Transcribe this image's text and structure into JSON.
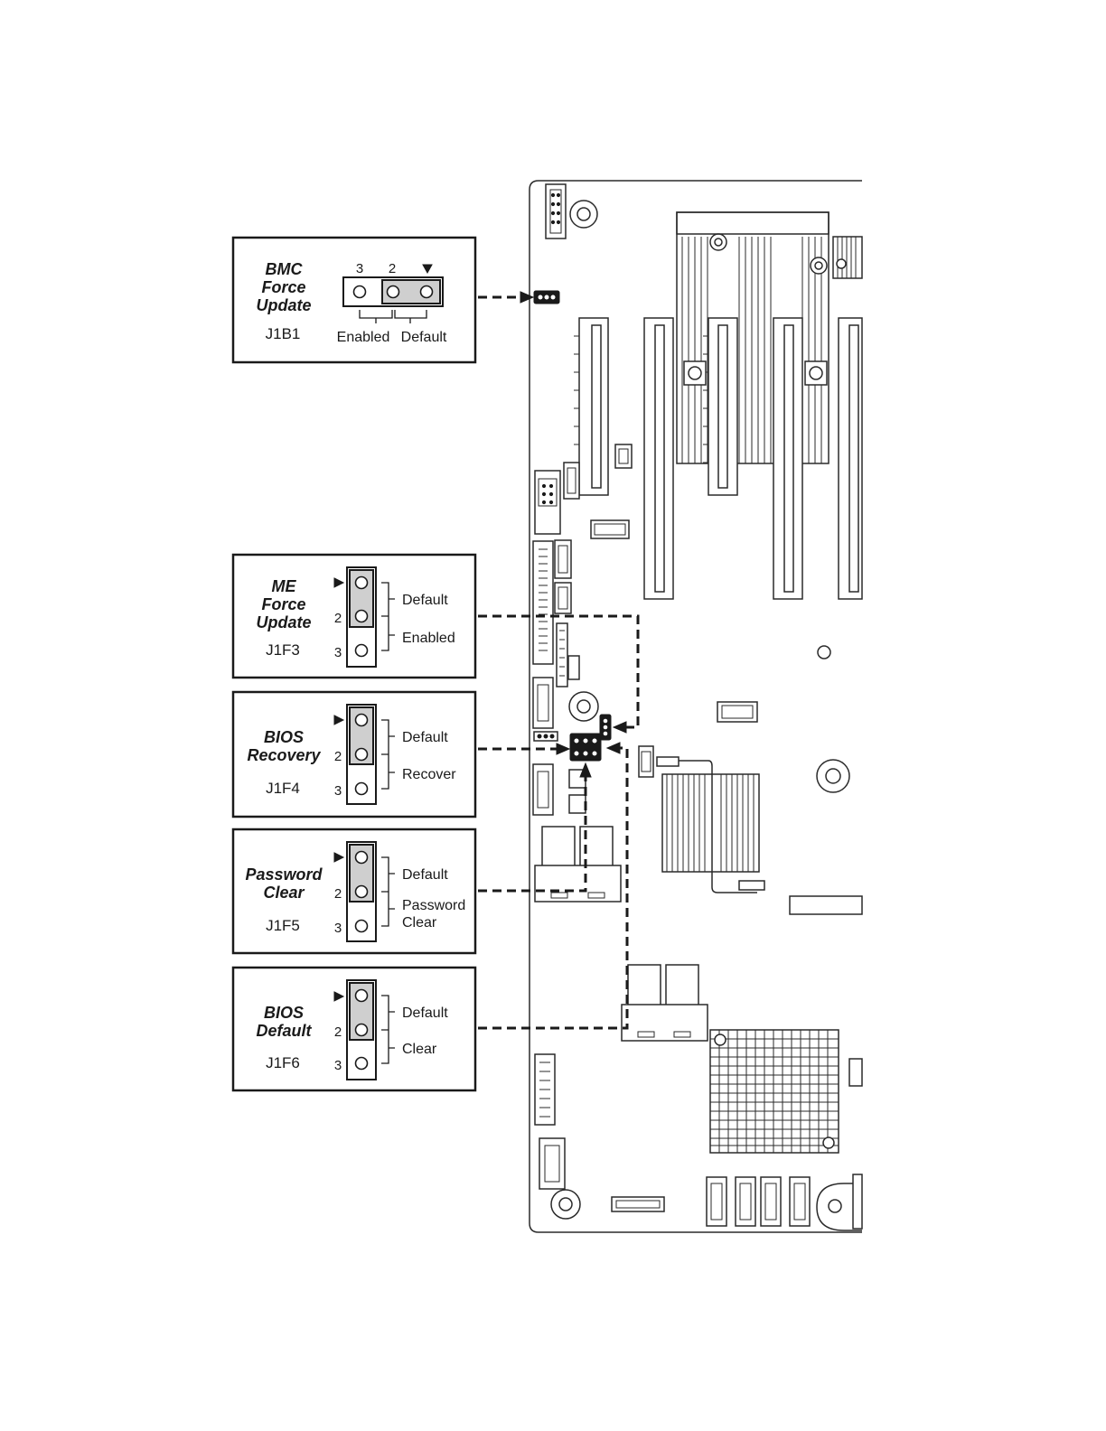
{
  "jumpers": [
    {
      "title_lines": [
        "BMC",
        "Force",
        "Update"
      ],
      "ref": "J1B1",
      "pins": [
        "3",
        "2"
      ],
      "labels": [
        "Enabled",
        "Default"
      ]
    },
    {
      "title_lines": [
        "ME",
        "Force",
        "Update"
      ],
      "ref": "J1F3",
      "pins": [
        "2",
        "3"
      ],
      "labels": [
        "Default",
        "Enabled"
      ]
    },
    {
      "title_lines": [
        "BIOS",
        "Recovery"
      ],
      "ref": "J1F4",
      "pins": [
        "2",
        "3"
      ],
      "labels": [
        "Default",
        "Recover"
      ]
    },
    {
      "title_lines": [
        "Password",
        "Clear"
      ],
      "ref": "J1F5",
      "pins": [
        "2",
        "3"
      ],
      "labels": [
        "Default",
        "Password",
        "Clear"
      ]
    },
    {
      "title_lines": [
        "BIOS",
        "Default"
      ],
      "ref": "J1F6",
      "pins": [
        "2",
        "3"
      ],
      "labels": [
        "Default",
        "Clear"
      ]
    }
  ]
}
